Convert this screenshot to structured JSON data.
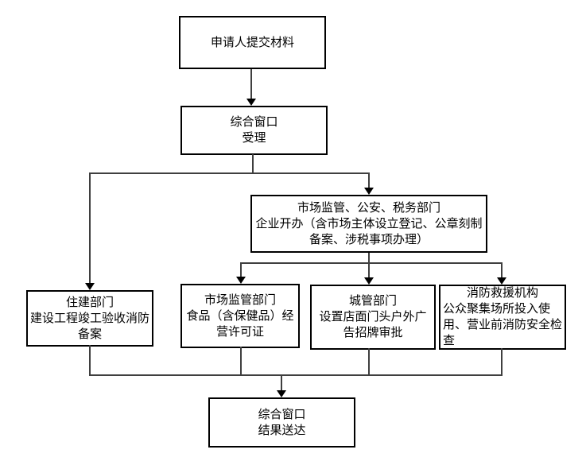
{
  "flowchart": {
    "nodes": {
      "submit": {
        "title": "申请人提交材料"
      },
      "accept": {
        "title": "综合窗口",
        "desc": "受理"
      },
      "enterprise": {
        "title": "市场监管、公安、税务部门",
        "desc": "企业开办（含市场主体设立登记、公章刻制备案、涉税事项办理）"
      },
      "housing": {
        "title": "住建部门",
        "desc": "建设工程竣工验收消防备案"
      },
      "market": {
        "title": "市场监管部门",
        "desc": "食品（含保健品）经营许可证"
      },
      "urban": {
        "title": "城管部门",
        "desc": "设置店面门头户外广告招牌审批"
      },
      "fire": {
        "title": "消防救援机构",
        "desc": "公众聚集场所投入使用、营业前消防安全检查"
      },
      "deliver": {
        "title": "综合窗口",
        "desc": "结果送达"
      }
    },
    "colors": {
      "box_border": "#000000",
      "connector": "#3f3f3f",
      "background": "#ffffff",
      "text": "#000000"
    }
  }
}
